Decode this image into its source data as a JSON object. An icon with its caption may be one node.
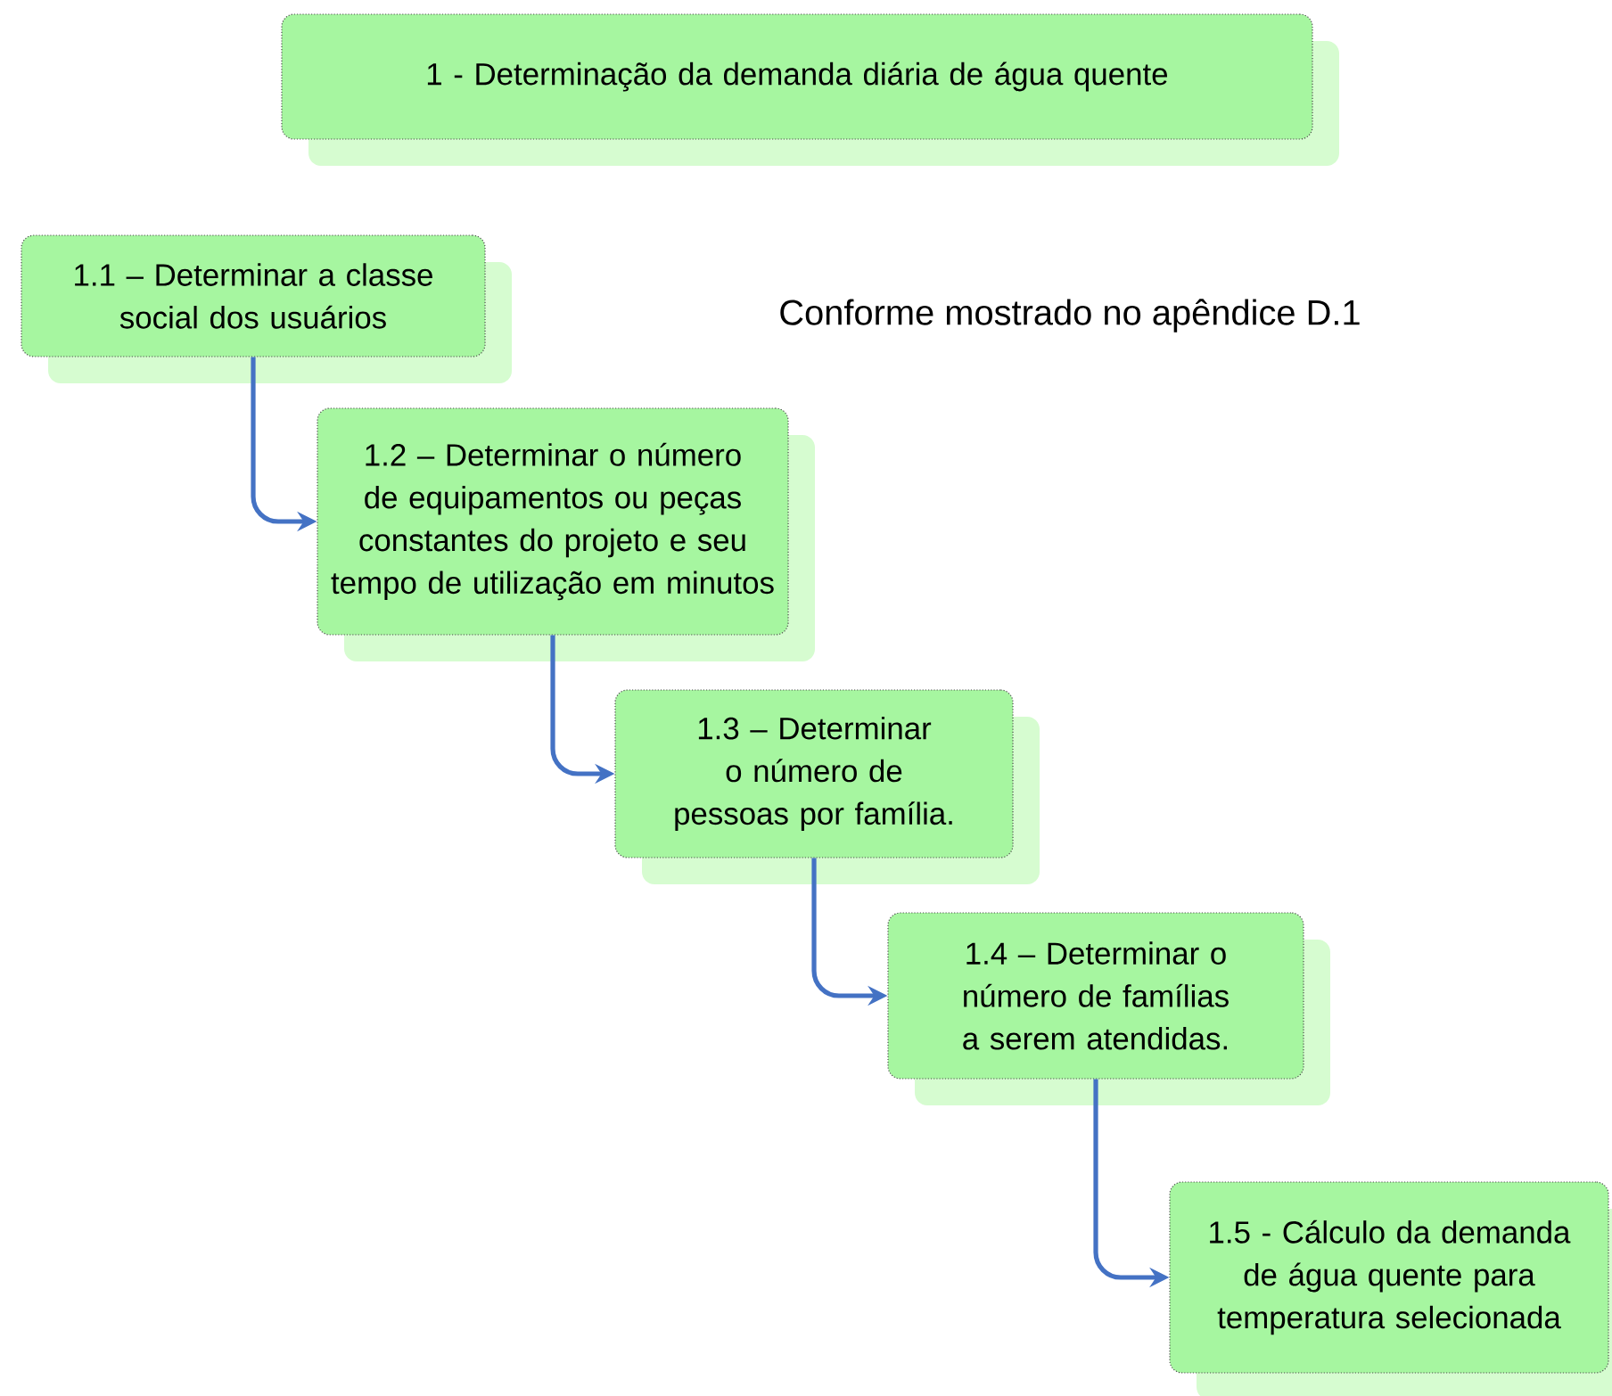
{
  "diagram": {
    "nodes": [
      {
        "text": [
          "1 - Determinação da demanda diária de água quente"
        ]
      },
      {
        "text": [
          "1.1 – Determinar a classe social dos usuários"
        ]
      },
      {
        "text": [
          "1.2 – Determinar o número de equipamentos ou peças constantes do projeto  e seu tempo de utilização em minutos"
        ]
      },
      {
        "text": [
          "1.3 – Determinar o número de pessoas por família."
        ]
      },
      {
        "text": [
          "1.4 – Determinar o número de famílias a serem atendidas."
        ]
      },
      {
        "text": [
          "1.5 - Cálculo da demanda de água quente para temperatura selecionada"
        ]
      }
    ],
    "edges": [
      {
        "from": 1,
        "to": 2,
        "arrow": "to"
      },
      {
        "from": 2,
        "to": 3,
        "arrow": "to"
      },
      {
        "from": 3,
        "to": 4,
        "arrow": "to"
      },
      {
        "from": 4,
        "to": 5,
        "arrow": "to"
      }
    ],
    "labels": [
      "Conforme mostrado no apêndice D.1"
    ]
  }
}
